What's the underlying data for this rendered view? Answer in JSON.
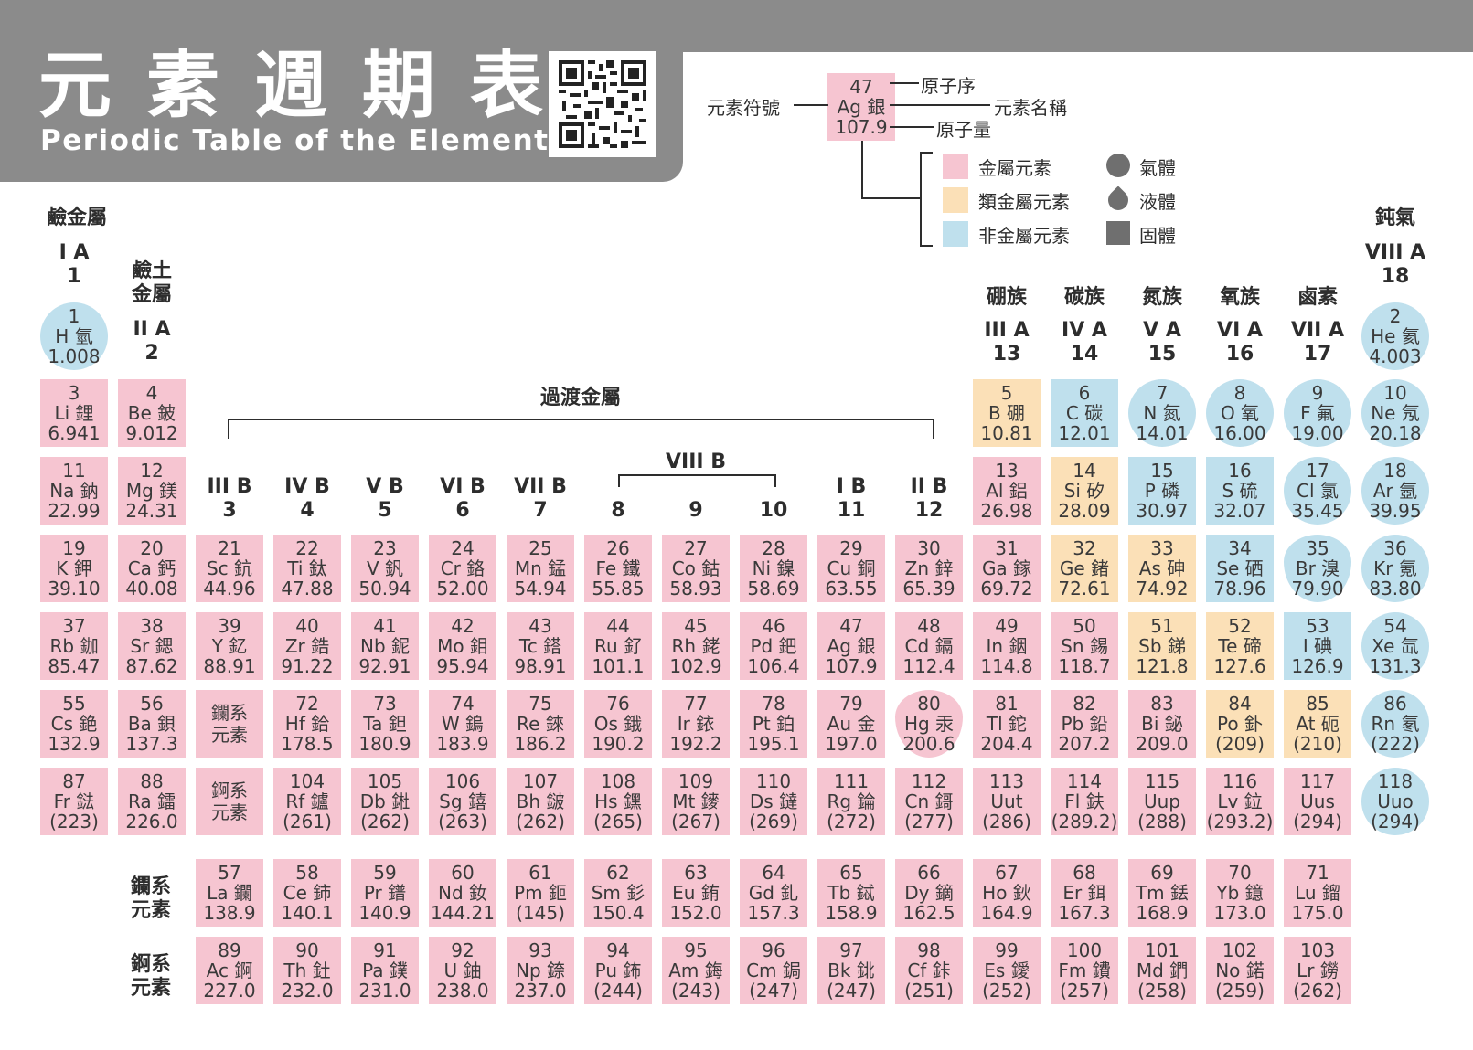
{
  "header": {
    "title_zh": "元素週期表",
    "title_en": "Periodic Table of the Elements"
  },
  "key": {
    "number": "47",
    "symbol_name": "Ag 銀",
    "mass": "107.9",
    "label_number": "原子序",
    "label_name": "元素名稱",
    "label_mass": "原子量",
    "label_symbol": "元素符號"
  },
  "legend": {
    "categories": [
      {
        "label": "金屬元素",
        "color": "#f6c5d1"
      },
      {
        "label": "類金屬元素",
        "color": "#fbe0b7"
      },
      {
        "label": "非金屬元素",
        "color": "#bfe0ed"
      }
    ],
    "states": [
      {
        "label": "氣體",
        "icon": "circle-icon"
      },
      {
        "label": "液體",
        "icon": "drop-icon"
      },
      {
        "label": "固體",
        "icon": "square-icon"
      }
    ]
  },
  "groups": {
    "alkali": {
      "family": "鹼金屬",
      "roman": "I A",
      "number": "1"
    },
    "alkaline": {
      "family_line1": "鹼土",
      "family_line2": "金屬",
      "roman": "II A",
      "number": "2"
    },
    "g3": {
      "roman": "III B",
      "number": "3"
    },
    "g4": {
      "roman": "IV B",
      "number": "4"
    },
    "g5": {
      "roman": "V B",
      "number": "5"
    },
    "g6": {
      "roman": "VI B",
      "number": "6"
    },
    "g7": {
      "roman": "VII B",
      "number": "7"
    },
    "g8": {
      "number": "8"
    },
    "g9": {
      "number": "9"
    },
    "g10": {
      "number": "10"
    },
    "viii": "VIII B",
    "g11": {
      "roman": "I B",
      "number": "11"
    },
    "g12": {
      "roman": "II B",
      "number": "12"
    },
    "g13": {
      "family": "硼族",
      "roman": "III A",
      "number": "13"
    },
    "g14": {
      "family": "碳族",
      "roman": "IV A",
      "number": "14"
    },
    "g15": {
      "family": "氮族",
      "roman": "V A",
      "number": "15"
    },
    "g16": {
      "family": "氧族",
      "roman": "VI A",
      "number": "16"
    },
    "g17": {
      "family": "鹵素",
      "roman": "VII A",
      "number": "17"
    },
    "g18": {
      "family": "鈍氣",
      "roman": "VIII A",
      "number": "18"
    },
    "transition": "過渡金屬"
  },
  "series_labels": {
    "lanthanide_ref": "鑭系元素",
    "actinide_ref": "錒系元素",
    "lanthanide_row": "鑭系元素",
    "actinide_row": "錒系元素"
  },
  "elements": [
    {
      "n": "1",
      "s": "H 氫",
      "m": "1.008",
      "cat": "nonmetal",
      "st": "gas",
      "p": 1,
      "g": 1
    },
    {
      "n": "2",
      "s": "He 氦",
      "m": "4.003",
      "cat": "nonmetal",
      "st": "gas",
      "p": 1,
      "g": 18
    },
    {
      "n": "3",
      "s": "Li 鋰",
      "m": "6.941",
      "cat": "metal",
      "st": "solid",
      "p": 2,
      "g": 1
    },
    {
      "n": "4",
      "s": "Be 鈹",
      "m": "9.012",
      "cat": "metal",
      "st": "solid",
      "p": 2,
      "g": 2
    },
    {
      "n": "5",
      "s": "B 硼",
      "m": "10.81",
      "cat": "metalloid",
      "st": "solid",
      "p": 2,
      "g": 13
    },
    {
      "n": "6",
      "s": "C 碳",
      "m": "12.01",
      "cat": "nonmetal",
      "st": "solid",
      "p": 2,
      "g": 14
    },
    {
      "n": "7",
      "s": "N 氮",
      "m": "14.01",
      "cat": "nonmetal",
      "st": "gas",
      "p": 2,
      "g": 15
    },
    {
      "n": "8",
      "s": "O 氧",
      "m": "16.00",
      "cat": "nonmetal",
      "st": "gas",
      "p": 2,
      "g": 16
    },
    {
      "n": "9",
      "s": "F 氟",
      "m": "19.00",
      "cat": "nonmetal",
      "st": "gas",
      "p": 2,
      "g": 17
    },
    {
      "n": "10",
      "s": "Ne 氖",
      "m": "20.18",
      "cat": "nonmetal",
      "st": "gas",
      "p": 2,
      "g": 18
    },
    {
      "n": "11",
      "s": "Na 鈉",
      "m": "22.99",
      "cat": "metal",
      "st": "solid",
      "p": 3,
      "g": 1
    },
    {
      "n": "12",
      "s": "Mg 鎂",
      "m": "24.31",
      "cat": "metal",
      "st": "solid",
      "p": 3,
      "g": 2
    },
    {
      "n": "13",
      "s": "Al 鋁",
      "m": "26.98",
      "cat": "metal",
      "st": "solid",
      "p": 3,
      "g": 13
    },
    {
      "n": "14",
      "s": "Si 矽",
      "m": "28.09",
      "cat": "metalloid",
      "st": "solid",
      "p": 3,
      "g": 14
    },
    {
      "n": "15",
      "s": "P 磷",
      "m": "30.97",
      "cat": "nonmetal",
      "st": "solid",
      "p": 3,
      "g": 15
    },
    {
      "n": "16",
      "s": "S 硫",
      "m": "32.07",
      "cat": "nonmetal",
      "st": "solid",
      "p": 3,
      "g": 16
    },
    {
      "n": "17",
      "s": "Cl 氯",
      "m": "35.45",
      "cat": "nonmetal",
      "st": "gas",
      "p": 3,
      "g": 17
    },
    {
      "n": "18",
      "s": "Ar 氬",
      "m": "39.95",
      "cat": "nonmetal",
      "st": "gas",
      "p": 3,
      "g": 18
    },
    {
      "n": "19",
      "s": "K 鉀",
      "m": "39.10",
      "cat": "metal",
      "st": "solid",
      "p": 4,
      "g": 1
    },
    {
      "n": "20",
      "s": "Ca 鈣",
      "m": "40.08",
      "cat": "metal",
      "st": "solid",
      "p": 4,
      "g": 2
    },
    {
      "n": "21",
      "s": "Sc 鈧",
      "m": "44.96",
      "cat": "metal",
      "st": "solid",
      "p": 4,
      "g": 3
    },
    {
      "n": "22",
      "s": "Ti 鈦",
      "m": "47.88",
      "cat": "metal",
      "st": "solid",
      "p": 4,
      "g": 4
    },
    {
      "n": "23",
      "s": "V 釩",
      "m": "50.94",
      "cat": "metal",
      "st": "solid",
      "p": 4,
      "g": 5
    },
    {
      "n": "24",
      "s": "Cr 鉻",
      "m": "52.00",
      "cat": "metal",
      "st": "solid",
      "p": 4,
      "g": 6
    },
    {
      "n": "25",
      "s": "Mn 錳",
      "m": "54.94",
      "cat": "metal",
      "st": "solid",
      "p": 4,
      "g": 7
    },
    {
      "n": "26",
      "s": "Fe 鐵",
      "m": "55.85",
      "cat": "metal",
      "st": "solid",
      "p": 4,
      "g": 8
    },
    {
      "n": "27",
      "s": "Co 鈷",
      "m": "58.93",
      "cat": "metal",
      "st": "solid",
      "p": 4,
      "g": 9
    },
    {
      "n": "28",
      "s": "Ni 鎳",
      "m": "58.69",
      "cat": "metal",
      "st": "solid",
      "p": 4,
      "g": 10
    },
    {
      "n": "29",
      "s": "Cu 銅",
      "m": "63.55",
      "cat": "metal",
      "st": "solid",
      "p": 4,
      "g": 11
    },
    {
      "n": "30",
      "s": "Zn 鋅",
      "m": "65.39",
      "cat": "metal",
      "st": "solid",
      "p": 4,
      "g": 12
    },
    {
      "n": "31",
      "s": "Ga 鎵",
      "m": "69.72",
      "cat": "metal",
      "st": "solid",
      "p": 4,
      "g": 13
    },
    {
      "n": "32",
      "s": "Ge 鍺",
      "m": "72.61",
      "cat": "metalloid",
      "st": "solid",
      "p": 4,
      "g": 14
    },
    {
      "n": "33",
      "s": "As 砷",
      "m": "74.92",
      "cat": "metalloid",
      "st": "solid",
      "p": 4,
      "g": 15
    },
    {
      "n": "34",
      "s": "Se 硒",
      "m": "78.96",
      "cat": "nonmetal",
      "st": "solid",
      "p": 4,
      "g": 16
    },
    {
      "n": "35",
      "s": "Br 溴",
      "m": "79.90",
      "cat": "nonmetal",
      "st": "liquid",
      "p": 4,
      "g": 17
    },
    {
      "n": "36",
      "s": "Kr 氪",
      "m": "83.80",
      "cat": "nonmetal",
      "st": "gas",
      "p": 4,
      "g": 18
    },
    {
      "n": "37",
      "s": "Rb 鉫",
      "m": "85.47",
      "cat": "metal",
      "st": "solid",
      "p": 5,
      "g": 1
    },
    {
      "n": "38",
      "s": "Sr 鍶",
      "m": "87.62",
      "cat": "metal",
      "st": "solid",
      "p": 5,
      "g": 2
    },
    {
      "n": "39",
      "s": "Y 釔",
      "m": "88.91",
      "cat": "metal",
      "st": "solid",
      "p": 5,
      "g": 3
    },
    {
      "n": "40",
      "s": "Zr 鋯",
      "m": "91.22",
      "cat": "metal",
      "st": "solid",
      "p": 5,
      "g": 4
    },
    {
      "n": "41",
      "s": "Nb 鈮",
      "m": "92.91",
      "cat": "metal",
      "st": "solid",
      "p": 5,
      "g": 5
    },
    {
      "n": "42",
      "s": "Mo 鉬",
      "m": "95.94",
      "cat": "metal",
      "st": "solid",
      "p": 5,
      "g": 6
    },
    {
      "n": "43",
      "s": "Tc 鎝",
      "m": "98.91",
      "cat": "metal",
      "st": "solid",
      "p": 5,
      "g": 7
    },
    {
      "n": "44",
      "s": "Ru 釕",
      "m": "101.1",
      "cat": "metal",
      "st": "solid",
      "p": 5,
      "g": 8
    },
    {
      "n": "45",
      "s": "Rh 銠",
      "m": "102.9",
      "cat": "metal",
      "st": "solid",
      "p": 5,
      "g": 9
    },
    {
      "n": "46",
      "s": "Pd 鈀",
      "m": "106.4",
      "cat": "metal",
      "st": "solid",
      "p": 5,
      "g": 10
    },
    {
      "n": "47",
      "s": "Ag 銀",
      "m": "107.9",
      "cat": "metal",
      "st": "solid",
      "p": 5,
      "g": 11
    },
    {
      "n": "48",
      "s": "Cd 鎘",
      "m": "112.4",
      "cat": "metal",
      "st": "solid",
      "p": 5,
      "g": 12
    },
    {
      "n": "49",
      "s": "In 銦",
      "m": "114.8",
      "cat": "metal",
      "st": "solid",
      "p": 5,
      "g": 13
    },
    {
      "n": "50",
      "s": "Sn 錫",
      "m": "118.7",
      "cat": "metal",
      "st": "solid",
      "p": 5,
      "g": 14
    },
    {
      "n": "51",
      "s": "Sb 銻",
      "m": "121.8",
      "cat": "metalloid",
      "st": "solid",
      "p": 5,
      "g": 15
    },
    {
      "n": "52",
      "s": "Te 碲",
      "m": "127.6",
      "cat": "metalloid",
      "st": "solid",
      "p": 5,
      "g": 16
    },
    {
      "n": "53",
      "s": "I 碘",
      "m": "126.9",
      "cat": "nonmetal",
      "st": "solid",
      "p": 5,
      "g": 17
    },
    {
      "n": "54",
      "s": "Xe 氙",
      "m": "131.3",
      "cat": "nonmetal",
      "st": "gas",
      "p": 5,
      "g": 18
    },
    {
      "n": "55",
      "s": "Cs 銫",
      "m": "132.9",
      "cat": "metal",
      "st": "solid",
      "p": 6,
      "g": 1
    },
    {
      "n": "56",
      "s": "Ba 鋇",
      "m": "137.3",
      "cat": "metal",
      "st": "solid",
      "p": 6,
      "g": 2
    },
    {
      "n": "72",
      "s": "Hf 鉿",
      "m": "178.5",
      "cat": "metal",
      "st": "solid",
      "p": 6,
      "g": 4
    },
    {
      "n": "73",
      "s": "Ta 鉭",
      "m": "180.9",
      "cat": "metal",
      "st": "solid",
      "p": 6,
      "g": 5
    },
    {
      "n": "74",
      "s": "W 鎢",
      "m": "183.9",
      "cat": "metal",
      "st": "solid",
      "p": 6,
      "g": 6
    },
    {
      "n": "75",
      "s": "Re 錸",
      "m": "186.2",
      "cat": "metal",
      "st": "solid",
      "p": 6,
      "g": 7
    },
    {
      "n": "76",
      "s": "Os 鋨",
      "m": "190.2",
      "cat": "metal",
      "st": "solid",
      "p": 6,
      "g": 8
    },
    {
      "n": "77",
      "s": "Ir 銥",
      "m": "192.2",
      "cat": "metal",
      "st": "solid",
      "p": 6,
      "g": 9
    },
    {
      "n": "78",
      "s": "Pt 鉑",
      "m": "195.1",
      "cat": "metal",
      "st": "solid",
      "p": 6,
      "g": 10
    },
    {
      "n": "79",
      "s": "Au 金",
      "m": "197.0",
      "cat": "metal",
      "st": "solid",
      "p": 6,
      "g": 11
    },
    {
      "n": "80",
      "s": "Hg 汞",
      "m": "200.6",
      "cat": "metal",
      "st": "liquid",
      "p": 6,
      "g": 12
    },
    {
      "n": "81",
      "s": "Tl 鉈",
      "m": "204.4",
      "cat": "metal",
      "st": "solid",
      "p": 6,
      "g": 13
    },
    {
      "n": "82",
      "s": "Pb 鉛",
      "m": "207.2",
      "cat": "metal",
      "st": "solid",
      "p": 6,
      "g": 14
    },
    {
      "n": "83",
      "s": "Bi 鉍",
      "m": "209.0",
      "cat": "metal",
      "st": "solid",
      "p": 6,
      "g": 15
    },
    {
      "n": "84",
      "s": "Po 釙",
      "m": "(209)",
      "cat": "metalloid",
      "st": "solid",
      "p": 6,
      "g": 16
    },
    {
      "n": "85",
      "s": "At 砈",
      "m": "(210)",
      "cat": "metalloid",
      "st": "solid",
      "p": 6,
      "g": 17
    },
    {
      "n": "86",
      "s": "Rn 氡",
      "m": "(222)",
      "cat": "nonmetal",
      "st": "gas",
      "p": 6,
      "g": 18
    },
    {
      "n": "87",
      "s": "Fr 鍅",
      "m": "(223)",
      "cat": "metal",
      "st": "solid",
      "p": 7,
      "g": 1
    },
    {
      "n": "88",
      "s": "Ra 鐳",
      "m": "226.0",
      "cat": "metal",
      "st": "solid",
      "p": 7,
      "g": 2
    },
    {
      "n": "104",
      "s": "Rf 鑪",
      "m": "(261)",
      "cat": "metal",
      "st": "solid",
      "p": 7,
      "g": 4
    },
    {
      "n": "105",
      "s": "Db 𨧀",
      "m": "(262)",
      "cat": "metal",
      "st": "solid",
      "p": 7,
      "g": 5
    },
    {
      "n": "106",
      "s": "Sg 𨭎",
      "m": "(263)",
      "cat": "metal",
      "st": "solid",
      "p": 7,
      "g": 6
    },
    {
      "n": "107",
      "s": "Bh 𨨏",
      "m": "(262)",
      "cat": "metal",
      "st": "solid",
      "p": 7,
      "g": 7
    },
    {
      "n": "108",
      "s": "Hs 𨭆",
      "m": "(265)",
      "cat": "metal",
      "st": "solid",
      "p": 7,
      "g": 8
    },
    {
      "n": "109",
      "s": "Mt 䥑",
      "m": "(267)",
      "cat": "metal",
      "st": "solid",
      "p": 7,
      "g": 9
    },
    {
      "n": "110",
      "s": "Ds 鐽",
      "m": "(269)",
      "cat": "metal",
      "st": "solid",
      "p": 7,
      "g": 10
    },
    {
      "n": "111",
      "s": "Rg 錀",
      "m": "(272)",
      "cat": "metal",
      "st": "solid",
      "p": 7,
      "g": 11
    },
    {
      "n": "112",
      "s": "Cn 鎶",
      "m": "(277)",
      "cat": "metal",
      "st": "solid",
      "p": 7,
      "g": 12
    },
    {
      "n": "113",
      "s": "Uut",
      "m": "(286)",
      "cat": "metal",
      "st": "solid",
      "p": 7,
      "g": 13
    },
    {
      "n": "114",
      "s": "Fl 鈇",
      "m": "(289.2)",
      "cat": "metal",
      "st": "solid",
      "p": 7,
      "g": 14
    },
    {
      "n": "115",
      "s": "Uup",
      "m": "(288)",
      "cat": "metal",
      "st": "solid",
      "p": 7,
      "g": 15
    },
    {
      "n": "116",
      "s": "Lv 鉝",
      "m": "(293.2)",
      "cat": "metal",
      "st": "solid",
      "p": 7,
      "g": 16
    },
    {
      "n": "117",
      "s": "Uus",
      "m": "(294)",
      "cat": "metal",
      "st": "solid",
      "p": 7,
      "g": 17
    },
    {
      "n": "118",
      "s": "Uuo",
      "m": "(294)",
      "cat": "nonmetal",
      "st": "gas",
      "p": 7,
      "g": 18
    },
    {
      "n": "57",
      "s": "La 鑭",
      "m": "138.9",
      "cat": "metal",
      "st": "solid",
      "p": 8,
      "g": 3
    },
    {
      "n": "58",
      "s": "Ce 鈰",
      "m": "140.1",
      "cat": "metal",
      "st": "solid",
      "p": 8,
      "g": 4
    },
    {
      "n": "59",
      "s": "Pr 鐠",
      "m": "140.9",
      "cat": "metal",
      "st": "solid",
      "p": 8,
      "g": 5
    },
    {
      "n": "60",
      "s": "Nd 釹",
      "m": "144.21",
      "cat": "metal",
      "st": "solid",
      "p": 8,
      "g": 6
    },
    {
      "n": "61",
      "s": "Pm 鉕",
      "m": "(145)",
      "cat": "metal",
      "st": "solid",
      "p": 8,
      "g": 7
    },
    {
      "n": "62",
      "s": "Sm 釤",
      "m": "150.4",
      "cat": "metal",
      "st": "solid",
      "p": 8,
      "g": 8
    },
    {
      "n": "63",
      "s": "Eu 銪",
      "m": "152.0",
      "cat": "metal",
      "st": "solid",
      "p": 8,
      "g": 9
    },
    {
      "n": "64",
      "s": "Gd 釓",
      "m": "157.3",
      "cat": "metal",
      "st": "solid",
      "p": 8,
      "g": 10
    },
    {
      "n": "65",
      "s": "Tb 鋱",
      "m": "158.9",
      "cat": "metal",
      "st": "solid",
      "p": 8,
      "g": 11
    },
    {
      "n": "66",
      "s": "Dy 鏑",
      "m": "162.5",
      "cat": "metal",
      "st": "solid",
      "p": 8,
      "g": 12
    },
    {
      "n": "67",
      "s": "Ho 鈥",
      "m": "164.9",
      "cat": "metal",
      "st": "solid",
      "p": 8,
      "g": 13
    },
    {
      "n": "68",
      "s": "Er 鉺",
      "m": "167.3",
      "cat": "metal",
      "st": "solid",
      "p": 8,
      "g": 14
    },
    {
      "n": "69",
      "s": "Tm 銩",
      "m": "168.9",
      "cat": "metal",
      "st": "solid",
      "p": 8,
      "g": 15
    },
    {
      "n": "70",
      "s": "Yb 鐿",
      "m": "173.0",
      "cat": "metal",
      "st": "solid",
      "p": 8,
      "g": 16
    },
    {
      "n": "71",
      "s": "Lu 鎦",
      "m": "175.0",
      "cat": "metal",
      "st": "solid",
      "p": 8,
      "g": 17
    },
    {
      "n": "89",
      "s": "Ac 錒",
      "m": "227.0",
      "cat": "metal",
      "st": "solid",
      "p": 9,
      "g": 3
    },
    {
      "n": "90",
      "s": "Th 釷",
      "m": "232.0",
      "cat": "metal",
      "st": "solid",
      "p": 9,
      "g": 4
    },
    {
      "n": "91",
      "s": "Pa 鏷",
      "m": "231.0",
      "cat": "metal",
      "st": "solid",
      "p": 9,
      "g": 5
    },
    {
      "n": "92",
      "s": "U 鈾",
      "m": "238.0",
      "cat": "metal",
      "st": "solid",
      "p": 9,
      "g": 6
    },
    {
      "n": "93",
      "s": "Np 錼",
      "m": "237.0",
      "cat": "metal",
      "st": "solid",
      "p": 9,
      "g": 7
    },
    {
      "n": "94",
      "s": "Pu 鈽",
      "m": "(244)",
      "cat": "metal",
      "st": "solid",
      "p": 9,
      "g": 8
    },
    {
      "n": "95",
      "s": "Am 鋂",
      "m": "(243)",
      "cat": "metal",
      "st": "solid",
      "p": 9,
      "g": 9
    },
    {
      "n": "96",
      "s": "Cm 鋦",
      "m": "(247)",
      "cat": "metal",
      "st": "solid",
      "p": 9,
      "g": 10
    },
    {
      "n": "97",
      "s": "Bk 鉳",
      "m": "(247)",
      "cat": "metal",
      "st": "solid",
      "p": 9,
      "g": 11
    },
    {
      "n": "98",
      "s": "Cf 鉲",
      "m": "(251)",
      "cat": "metal",
      "st": "solid",
      "p": 9,
      "g": 12
    },
    {
      "n": "99",
      "s": "Es 鑀",
      "m": "(252)",
      "cat": "metal",
      "st": "solid",
      "p": 9,
      "g": 13
    },
    {
      "n": "100",
      "s": "Fm 鐨",
      "m": "(257)",
      "cat": "metal",
      "st": "solid",
      "p": 9,
      "g": 14
    },
    {
      "n": "101",
      "s": "Md 鍆",
      "m": "(258)",
      "cat": "metal",
      "st": "solid",
      "p": 9,
      "g": 15
    },
    {
      "n": "102",
      "s": "No 鍩",
      "m": "(259)",
      "cat": "metal",
      "st": "solid",
      "p": 9,
      "g": 16
    },
    {
      "n": "103",
      "s": "Lr 鐒",
      "m": "(262)",
      "cat": "metal",
      "st": "solid",
      "p": 9,
      "g": 17
    }
  ]
}
